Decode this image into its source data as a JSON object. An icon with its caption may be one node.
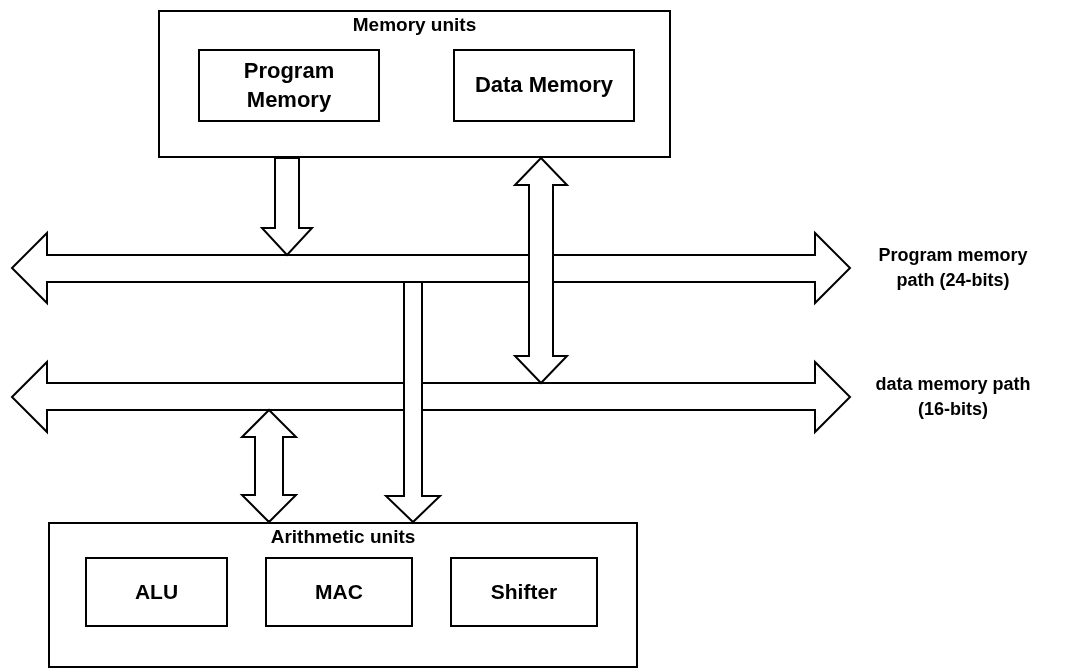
{
  "diagram": {
    "nodes": [
      {
        "text": [
          "Memory units"
        ]
      },
      {
        "text": [
          "Program Memory"
        ],
        "in": 0
      },
      {
        "text": [
          "Data Memory"
        ],
        "in": 0
      },
      {
        "text": [],
        "shape": "bar",
        "beside": [
          "Program memory path (24-bits)"
        ]
      },
      {
        "text": [],
        "shape": "bar",
        "beside": [
          "data memory path (16-bits)"
        ]
      },
      {
        "text": [
          "Arithmetic units"
        ]
      },
      {
        "text": [
          "ALU"
        ],
        "in": 5
      },
      {
        "text": [
          "MAC"
        ],
        "in": 5
      },
      {
        "text": [
          "Shifter"
        ],
        "in": 5
      }
    ],
    "edges": [
      {
        "from": 0,
        "to": 3,
        "arrow": "to"
      },
      {
        "from": 0,
        "to": 4,
        "arrow": "both"
      },
      {
        "from": 4,
        "to": 5,
        "arrow": "both"
      },
      {
        "from": 3,
        "to": 5,
        "arrow": "to"
      }
    ]
  }
}
